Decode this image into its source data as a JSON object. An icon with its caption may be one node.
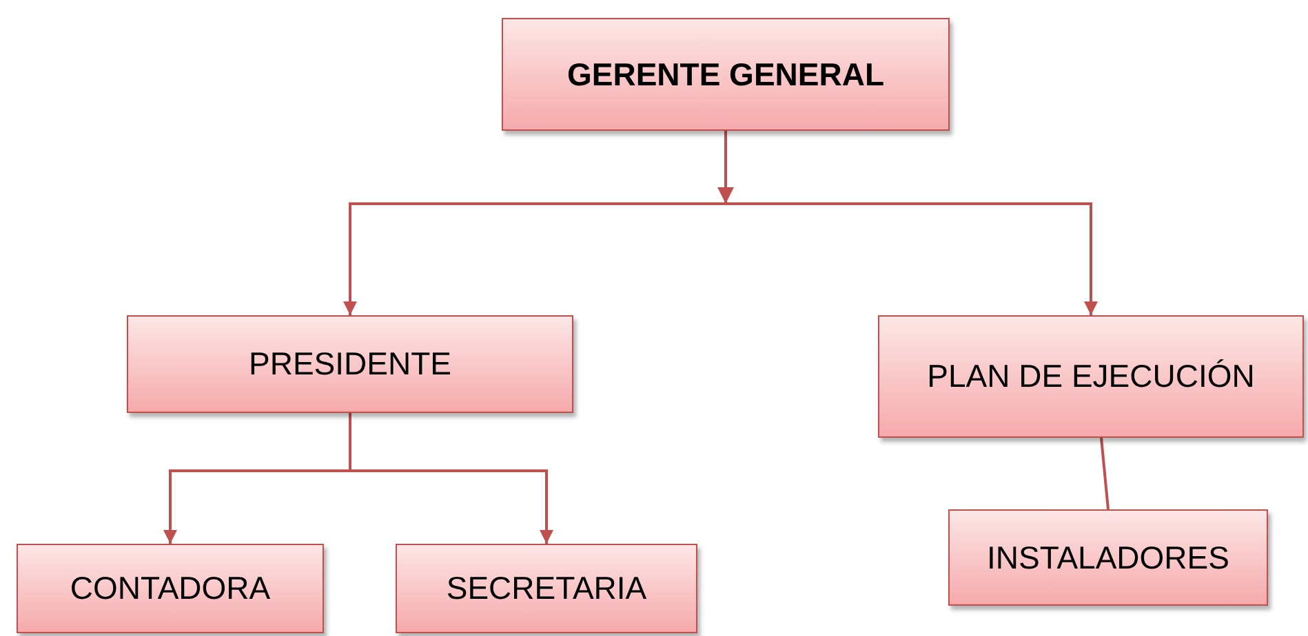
{
  "diagram": {
    "nodes": [
      {
        "text": [
          "GERENTE GENERAL"
        ]
      },
      {
        "text": [
          "PRESIDENTE"
        ]
      },
      {
        "text": [
          "PLAN DE EJECUCIÓN"
        ]
      },
      {
        "text": [
          "CONTADORA"
        ]
      },
      {
        "text": [
          "SECRETARIA"
        ]
      },
      {
        "text": [
          "INSTALADORES"
        ]
      }
    ],
    "edges": [
      {
        "from": 0,
        "to": 1,
        "arrow": "to"
      },
      {
        "from": 0,
        "to": 2,
        "arrow": "to"
      },
      {
        "from": 1,
        "to": 3,
        "arrow": "to"
      },
      {
        "from": 1,
        "to": 4,
        "arrow": "to"
      },
      {
        "from": 2,
        "to": 5,
        "arrow": "none"
      }
    ]
  }
}
